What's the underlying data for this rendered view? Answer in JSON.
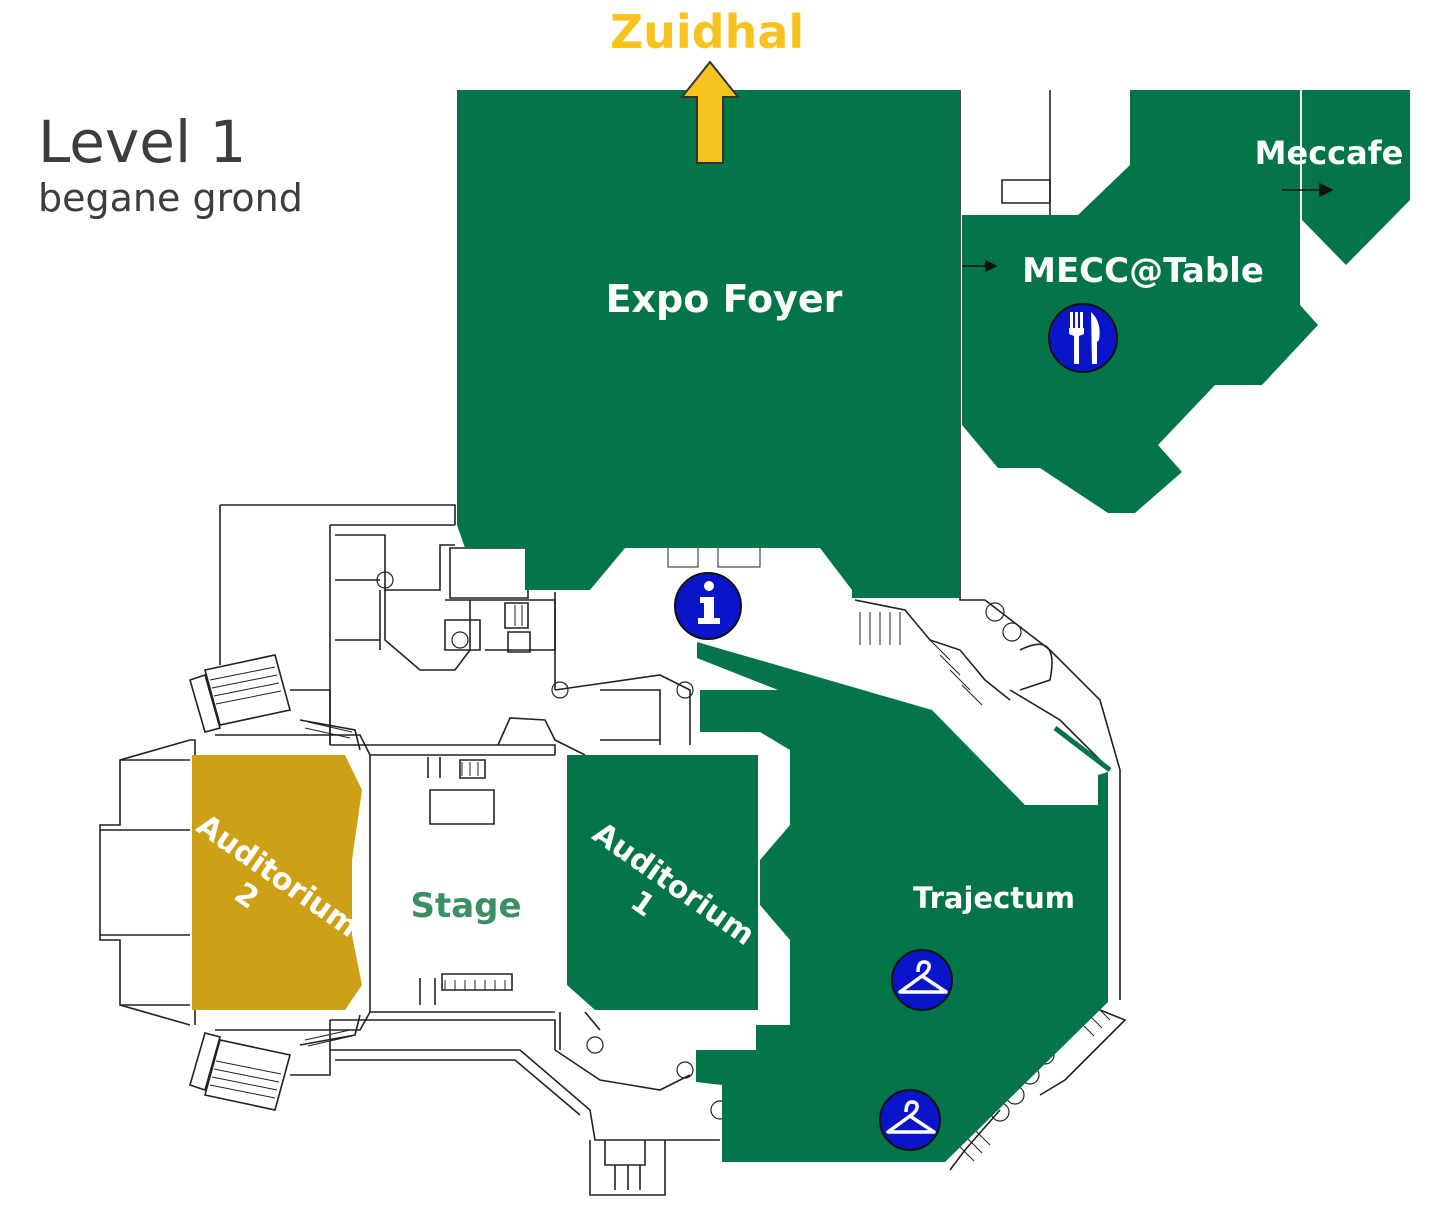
{
  "map": {
    "title": "Level 1",
    "subtitle": "begane grond",
    "colors": {
      "venue": "#037548",
      "auditorium2": "#cda016",
      "stage_label": "#3a8f63",
      "direction": "#f7c31f",
      "icon_fill": "#0a14c8",
      "outline": "#222222"
    },
    "direction": {
      "label": "Zuidhal",
      "icon": "arrow-up-icon"
    },
    "rooms": {
      "expo_foyer": "Expo Foyer",
      "mecc_table": "MECC@Table",
      "meccafe": "Meccafe",
      "trajectum": "Trajectum",
      "auditorium1_line1": "Auditorium",
      "auditorium1_line2": "1",
      "auditorium2_line1": "Auditorium",
      "auditorium2_line2": "2",
      "stage": "Stage"
    },
    "icons": [
      {
        "name": "restaurant-icon",
        "meaning": "cutlery"
      },
      {
        "name": "information-icon",
        "meaning": "info"
      },
      {
        "name": "cloakroom-icon",
        "meaning": "hanger"
      }
    ]
  }
}
